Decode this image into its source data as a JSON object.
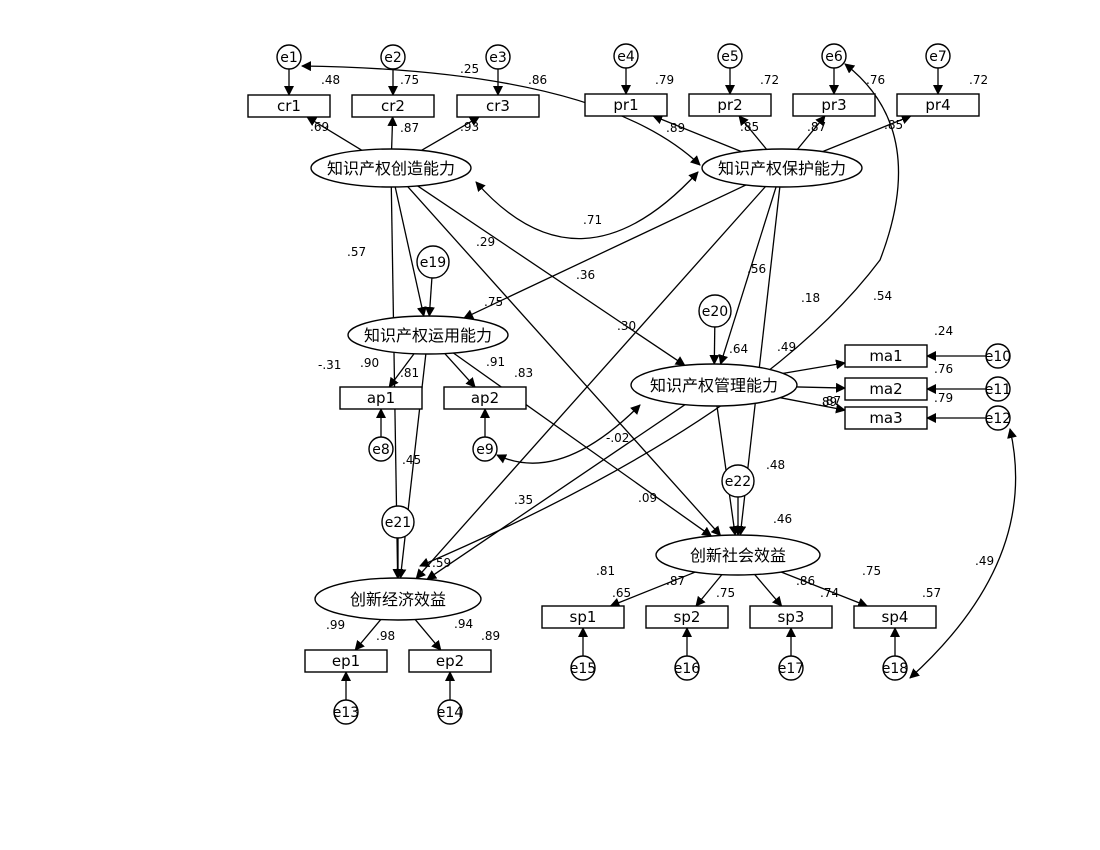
{
  "latents": {
    "create": "知识产权创造能力",
    "protect": "知识产权保护能力",
    "use": "知识产权运用能力",
    "manage": "知识产权管理能力",
    "econ": "创新经济效益",
    "social": "创新社会效益"
  },
  "observed": [
    "cr1",
    "cr2",
    "cr3",
    "pr1",
    "pr2",
    "pr3",
    "pr4",
    "ap1",
    "ap2",
    "ma1",
    "ma2",
    "ma3",
    "ep1",
    "ep2",
    "sp1",
    "sp2",
    "sp3",
    "sp4"
  ],
  "errors": [
    "e1",
    "e2",
    "e3",
    "e4",
    "e5",
    "e6",
    "e7",
    "e8",
    "e9",
    "e10",
    "e11",
    "e12",
    "e13",
    "e14",
    "e15",
    "e16",
    "e17",
    "e18",
    "e19",
    "e20",
    "e21",
    "e22"
  ],
  "coefficients": [
    ".48",
    ".75",
    ".25",
    ".86",
    ".79",
    ".72",
    ".76",
    ".72",
    ".69",
    ".87",
    ".93",
    ".89",
    ".85",
    ".87",
    ".85",
    ".71",
    ".57",
    ".29",
    ".36",
    ".75",
    ".56",
    ".18",
    ".54",
    ".30",
    ".90",
    ".81",
    ".91",
    ".83",
    ".64",
    ".49",
    ".24",
    ".87",
    ".76",
    ".89",
    ".79",
    "-.31",
    "-.02",
    ".45",
    ".35",
    ".09",
    ".48",
    ".46",
    ".59",
    ".81",
    ".65",
    ".87",
    ".75",
    ".86",
    ".74",
    ".75",
    ".57",
    ".99",
    ".98",
    ".94",
    ".89",
    ".49"
  ]
}
